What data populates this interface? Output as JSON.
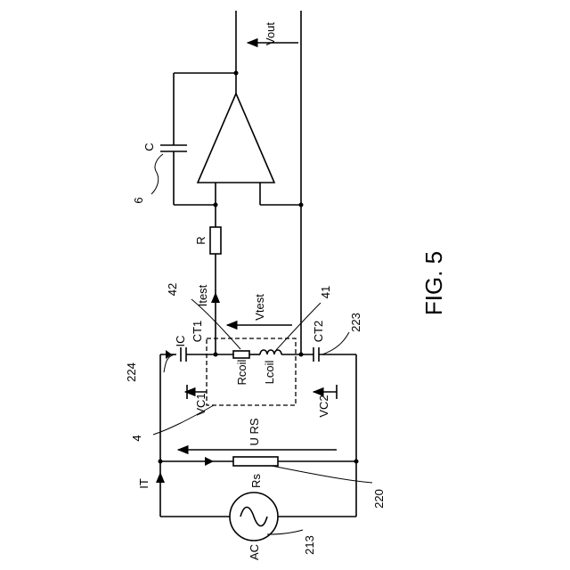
{
  "figure": {
    "title": "FIG. 5"
  },
  "labels": {
    "vout": "Vout",
    "c": "C",
    "ref_6": "6",
    "r": "R",
    "itest": "Itest",
    "vtest": "Vtest",
    "ref_42": "42",
    "ref_41": "41",
    "ic": "IC",
    "ct1": "CT1",
    "ct2": "CT2",
    "ref_224": "224",
    "ref_223": "223",
    "rcoil": "Rcoil",
    "lcoil": "Lcoil",
    "vc1": "VC1",
    "vc2": "VC2",
    "ref_4": "4",
    "urs": "U RS",
    "it": "IT",
    "rs": "Rs",
    "ref_220": "220",
    "ac": "AC",
    "ref_213": "213"
  },
  "colors": {
    "line": "#000000",
    "background": "#ffffff"
  }
}
